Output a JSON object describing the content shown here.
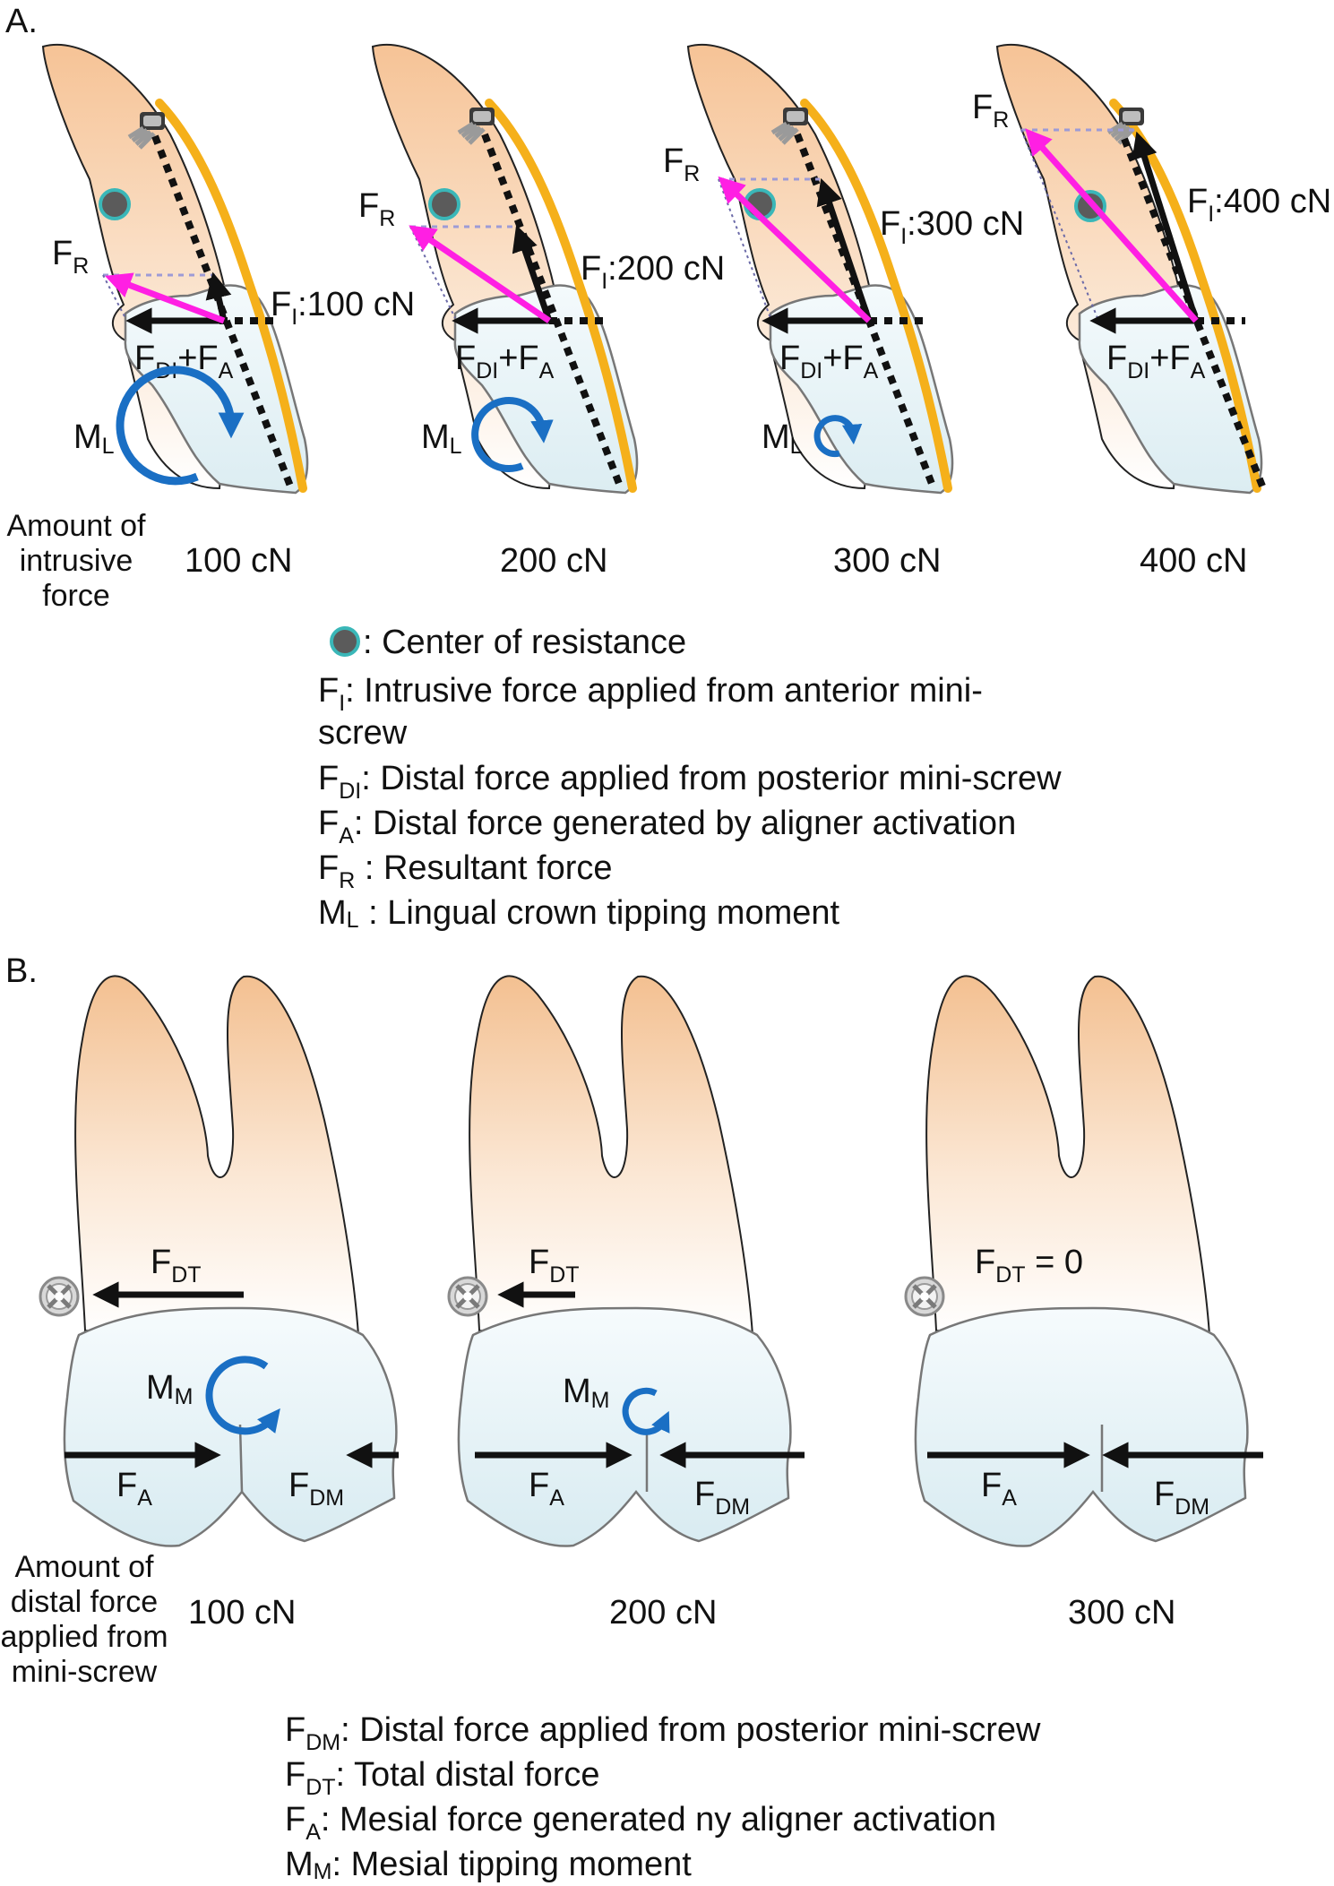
{
  "panel_a": {
    "label": "A.",
    "row_caption": [
      "Amount of",
      "intrusive",
      "force"
    ],
    "teeth": [
      {
        "amount": "100  cN",
        "fi_value": ":100 cN"
      },
      {
        "amount": "200 cN",
        "fi_value": ":200 cN"
      },
      {
        "amount": "300 cN",
        "fi_value": ":300 cN"
      },
      {
        "amount": "400 cN",
        "fi_value": ":400 cN"
      }
    ],
    "labels": {
      "fr": "F",
      "fr_sub": "R",
      "fi": "F",
      "fi_sub": "I",
      "fdi": "F",
      "fdi_sub": "DI",
      "plus": "+F",
      "fa_sub": "A",
      "ml": "M",
      "ml_sub": "L"
    },
    "legend": [
      {
        "sym": "",
        "sub": "",
        "text": ": Center of resistance"
      },
      {
        "sym": "F",
        "sub": "I",
        "text": ":  Intrusive force applied from anterior mini-"
      },
      {
        "sym": "",
        "sub": "",
        "text": "screw"
      },
      {
        "sym": "F",
        "sub": "DI",
        "text": ": Distal force applied from posterior mini-screw"
      },
      {
        "sym": "F",
        "sub": "A",
        "text": ":  Distal force generated by aligner activation"
      },
      {
        "sym": "F",
        "sub": "R",
        "text": " : Resultant force"
      },
      {
        "sym": "M",
        "sub": "L",
        "text": " : Lingual crown tipping moment"
      }
    ]
  },
  "panel_b": {
    "label": "B.",
    "row_caption": [
      "Amount of",
      "distal force",
      "applied from",
      "mini-screw"
    ],
    "teeth": [
      {
        "amount": "100  cN",
        "fdt_extra": ""
      },
      {
        "amount": "200 cN",
        "fdt_extra": ""
      },
      {
        "amount": "300 cN",
        "fdt_extra": " = 0"
      }
    ],
    "labels": {
      "fdt": "F",
      "fdt_sub": "DT",
      "fa": "F",
      "fa_sub": "A",
      "fdm": "F",
      "fdm_sub": "DM",
      "mm": "M",
      "mm_sub": "M"
    },
    "legend": [
      {
        "sym": "F",
        "sub": "DM",
        "text": ": Distal force applied from posterior mini-screw"
      },
      {
        "sym": "F",
        "sub": "DT",
        "text": ": Total distal force"
      },
      {
        "sym": "F",
        "sub": "A",
        "text": ":  Mesial force generated ny aligner activation"
      },
      {
        "sym": "M",
        "sub": "M",
        "text": ": Mesial tipping moment"
      }
    ]
  },
  "colors": {
    "resultant": "#ff1fe3",
    "moment": "#1a6fc4",
    "aligner": "#f5b01a",
    "root_top": "#f6c99a",
    "crown": "#e6f3f6"
  }
}
